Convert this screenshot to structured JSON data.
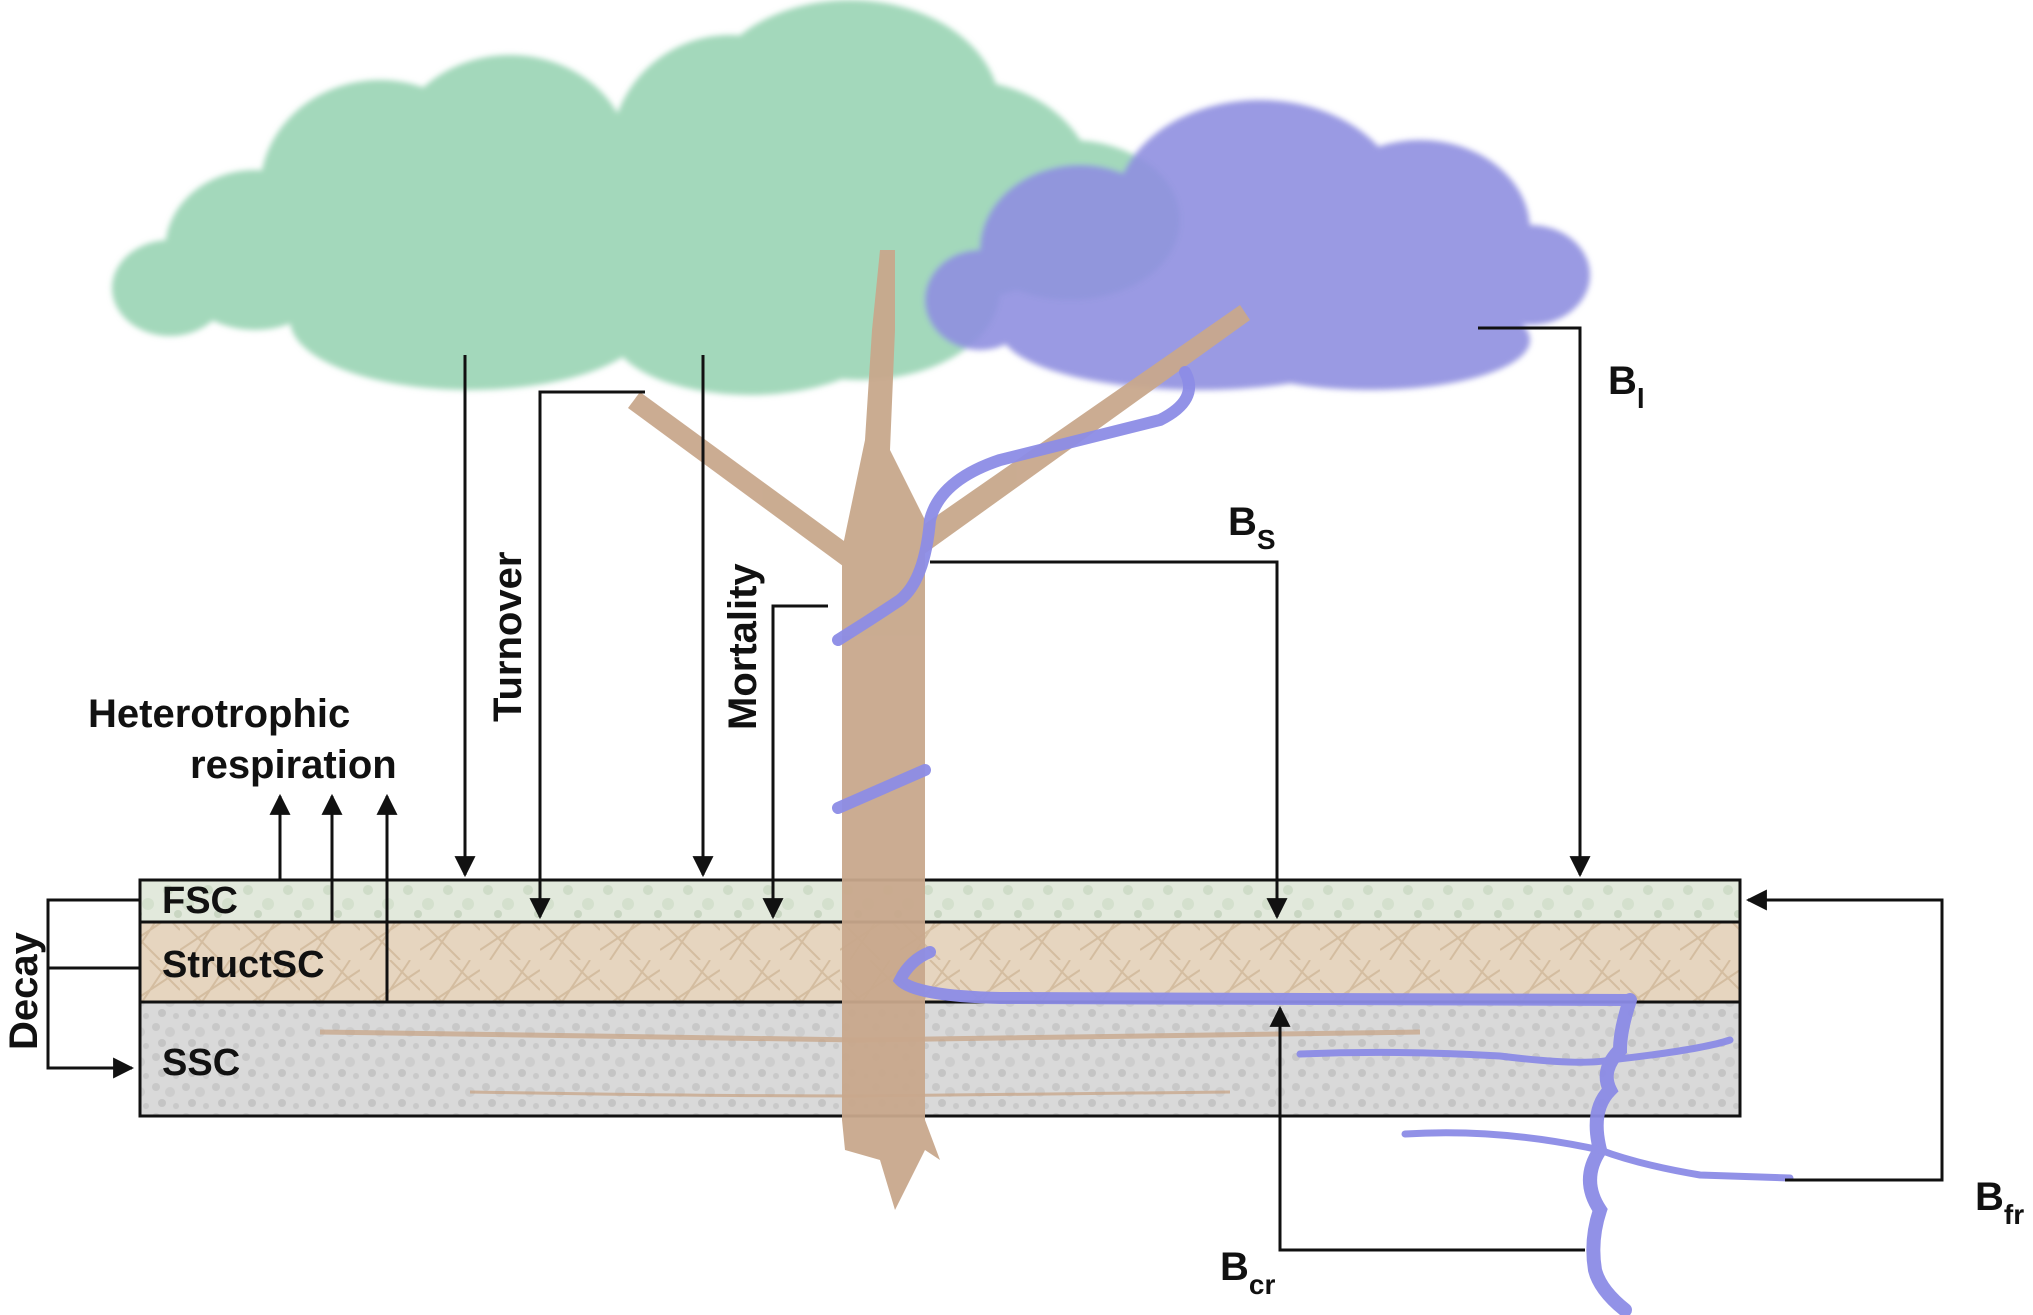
{
  "colors": {
    "canopy_green": "#8fd0ad",
    "canopy_blue": "#8f8fe0",
    "trunk": "#c8a88c",
    "root_blue": "#8c8ce6",
    "fsc_layer": "#dfe6d8",
    "structsc_layer": "#e2d0b8",
    "ssc_layer": "#d6d6d6",
    "arrow": "#111111"
  },
  "labels": {
    "heterotrophic": "Heterotrophic",
    "respiration": "respiration",
    "turnover": "Turnover",
    "mortality": "Mortality",
    "decay": "Decay",
    "b_main": "B",
    "bl_sub": "l",
    "bs_sub": "S",
    "bcr_sub": "cr",
    "bfr_sub": "fr"
  },
  "layers": {
    "fsc": "FSC",
    "structsc": "StructSC",
    "ssc": "SSC"
  }
}
